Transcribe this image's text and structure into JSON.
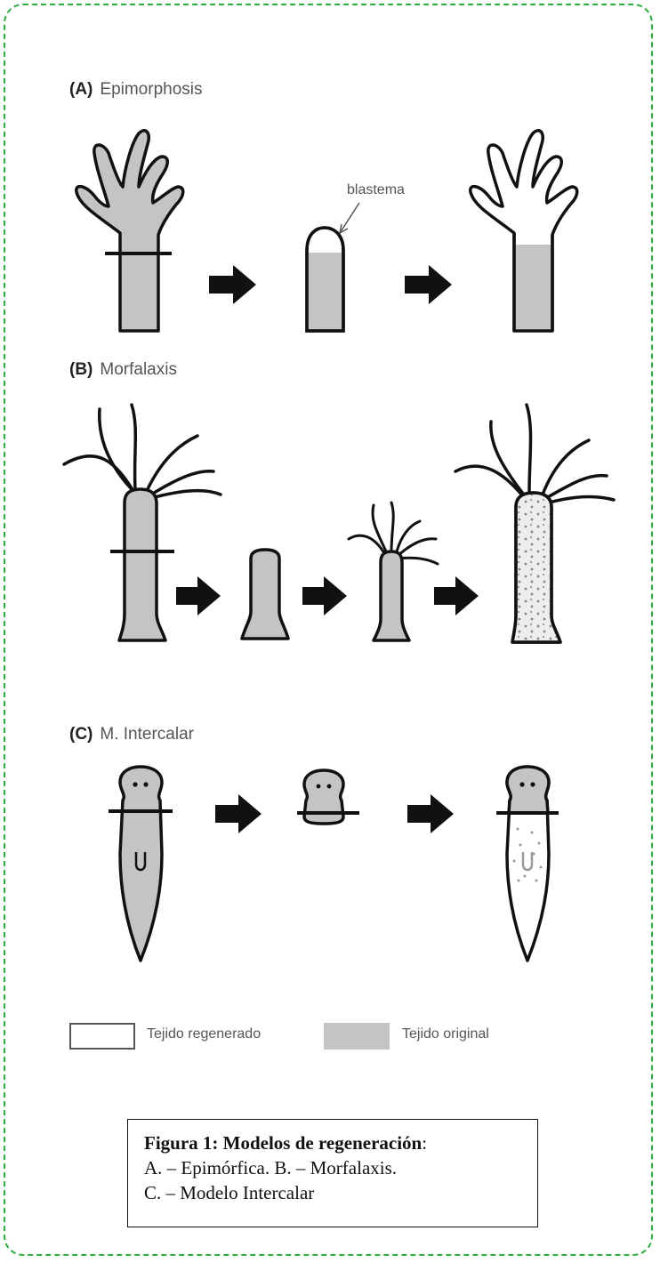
{
  "panels": {
    "a": {
      "letter": "(A)",
      "name": "Epimorphosis",
      "blastema_label": "blastema"
    },
    "b": {
      "letter": "(B)",
      "name": "Morfalaxis"
    },
    "c": {
      "letter": "(C)",
      "name": "M. Intercalar"
    }
  },
  "legend": {
    "regenerated": "Tejido regenerado",
    "original": "Tejido original"
  },
  "caption": {
    "title": "Figura 1: Modelos de regeneración",
    "line1": "A. – Epimórfica.   B. – Morfalaxis.",
    "line2": "C. – Modelo Intercalar"
  },
  "colors": {
    "border": "#2fae3f",
    "tissue_original": "#c4c4c4",
    "tissue_regenerated": "#ffffff",
    "outline": "#111111"
  }
}
